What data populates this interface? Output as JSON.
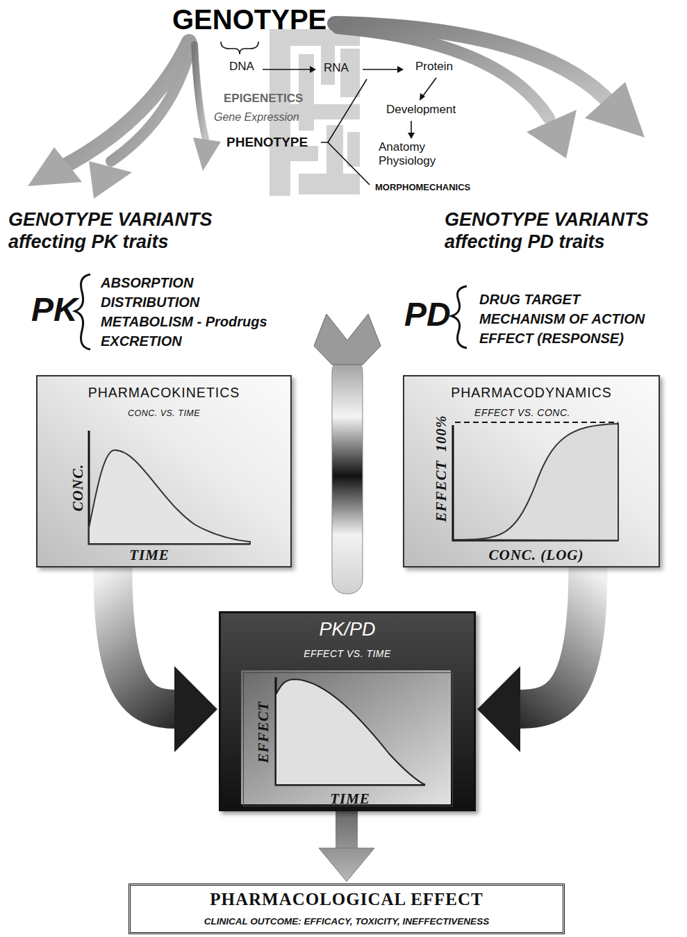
{
  "diagram": {
    "title": "GENOTYPE",
    "nodes": [
      {
        "text": [
          "PHARMACOKINETICS",
          "CONC. VS. TIME",
          "CONC.",
          "TIME"
        ]
      },
      {
        "text": [
          "PHARMACODYNAMICS",
          "EFFECT VS. CONC.",
          "100%",
          "EFFECT",
          "CONC. (LOG)"
        ]
      },
      {
        "text": [
          "PK/PD",
          "EFFECT VS. TIME"
        ]
      },
      {
        "text": [
          "EFFECT",
          "TIME"
        ],
        "in": 2
      },
      {
        "text": [
          "PHARMACOLOGICAL EFFECT",
          "CLINICAL OUTCOME: EFFICACY, TOXICITY, INEFFECTIVENESS"
        ]
      }
    ],
    "edges": [
      {
        "from": 0,
        "to": 2,
        "arrow": "to"
      },
      {
        "from": 1,
        "to": 2,
        "arrow": "to"
      },
      {
        "from": 2,
        "to": 4,
        "arrow": "to"
      }
    ],
    "labels": [
      "DNA",
      "RNA",
      "Protein",
      "EPIGENETICS",
      "Gene Expression",
      "PHENOTYPE",
      "Development",
      "Anatomy Physiology",
      "MORPHOMECHANICS",
      "GENOTYPE VARIANTS affecting PK traits",
      "GENOTYPE VARIANTS affecting PD traits",
      "PK",
      "ABSORPTION",
      "DISTRIBUTION",
      "METABOLISM - Prodrugs",
      "EXCRETION",
      "PD",
      "DRUG TARGET",
      "MECHANISM OF ACTION",
      "EFFECT (RESPONSE)"
    ]
  }
}
